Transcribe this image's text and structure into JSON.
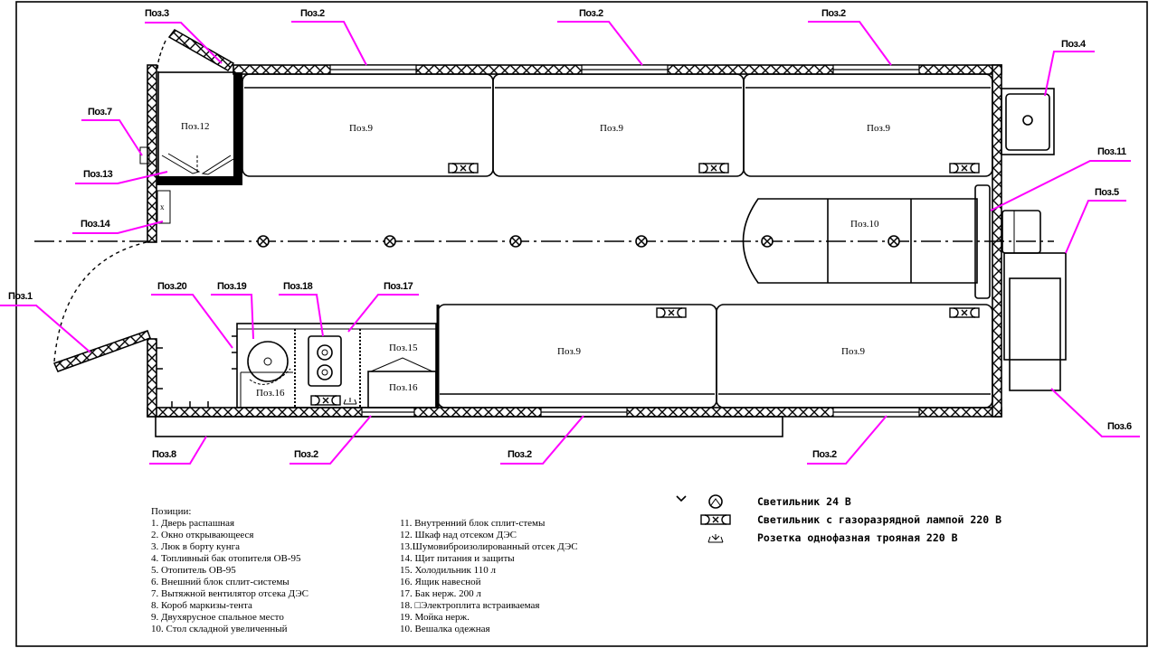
{
  "labels": {
    "pos1": "Поз.1",
    "pos2": "Поз.2",
    "pos3": "Поз.3",
    "pos4": "Поз.4",
    "pos5": "Поз.5",
    "pos6": "Поз.6",
    "pos7": "Поз.7",
    "pos8": "Поз.8",
    "pos11": "Поз.11",
    "pos13": "Поз.13",
    "pos14": "Поз.14",
    "pos17": "Поз.17",
    "pos18": "Поз.18",
    "pos19": "Поз.19",
    "pos20": "Поз.20"
  },
  "inner": {
    "pos9": "Поз.9",
    "pos10": "Поз.10",
    "pos12": "Поз.12",
    "pos15": "Поз.15",
    "pos16": "Поз.16"
  },
  "legend": {
    "title": "Позиции:",
    "left": [
      "1. Дверь распашная",
      "2. Окно открывающееся",
      "3. Люк в борту кунга",
      "4. Топливный бак отопителя ОВ-95",
      "5. Отопитель ОВ-95",
      "6. Внешний блок сплит-системы",
      "7. Вытяжной вентилятор отсека ДЭС",
      "8. Короб маркизы-тента",
      "9. Двухярусное спальное место",
      "10. Стол складной увеличенный"
    ],
    "right": [
      "11. Внутренний блок сплит-стемы",
      "12. Шкаф над отсеком ДЭС",
      "13.Шумовиброизолированный отсек ДЭС",
      "14. Щит питания и защиты",
      "15. Холодильник 110 л",
      "16. Ящик навесной",
      "17. Бак нерж. 200 л",
      "18. □Электроплита встраиваемая",
      "19. Мойка нерж.",
      "10. Вешалка одежная"
    ]
  },
  "symbols": [
    "Светильник 24 В",
    "Светильник с газоразрядной лампой 220 В",
    "Розетка однофазная трояная 220 В"
  ],
  "colors": {
    "leader": "#ff00ff",
    "line": "#000000"
  }
}
